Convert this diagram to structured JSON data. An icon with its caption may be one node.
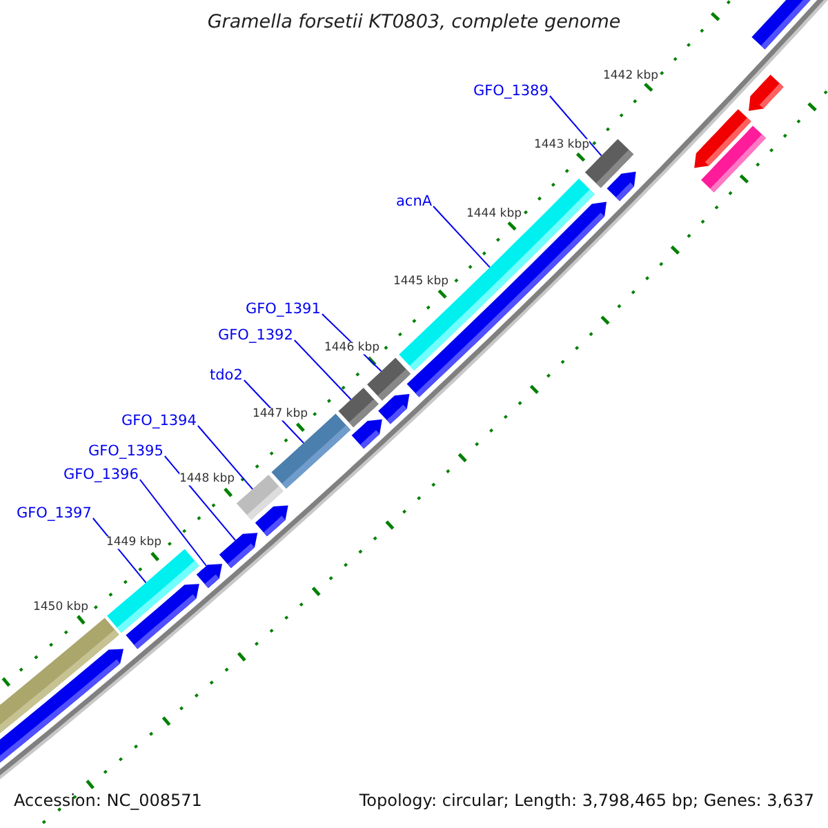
{
  "diagram": {
    "title": "Gramella forsetii KT0803, complete genome",
    "nodes": [
      {
        "text": [
          "GFO_1389"
        ]
      },
      {
        "text": [
          "acnA"
        ]
      },
      {
        "text": [
          "GFO_1391"
        ]
      },
      {
        "text": [
          "GFO_1392"
        ]
      },
      {
        "text": [
          "tdo2"
        ]
      },
      {
        "text": [
          "GFO_1394"
        ]
      },
      {
        "text": [
          "GFO_1395"
        ]
      },
      {
        "text": [
          "GFO_1396"
        ]
      },
      {
        "text": [
          "GFO_1397"
        ]
      },
      {
        "text": [],
        "shape": "bar"
      },
      {
        "text": [],
        "shape": "bar"
      },
      {
        "text": [],
        "shape": "bar"
      },
      {
        "text": [],
        "shape": "bar"
      },
      {
        "text": [],
        "shape": "bar"
      },
      {
        "text": [],
        "shape": "bar"
      },
      {
        "text": [],
        "shape": "bar"
      },
      {
        "text": [],
        "shape": "bar"
      },
      {
        "text": [],
        "shape": "bar"
      }
    ],
    "edges": [
      {
        "from": 0,
        "to": 9,
        "arrow": "none"
      },
      {
        "from": 1,
        "to": 10,
        "arrow": "none"
      },
      {
        "from": 2,
        "to": 11,
        "arrow": "none"
      },
      {
        "from": 3,
        "to": 12,
        "arrow": "none"
      },
      {
        "from": 4,
        "to": 13,
        "arrow": "none"
      },
      {
        "from": 5,
        "to": 14,
        "arrow": "none"
      },
      {
        "from": 6,
        "to": 15,
        "arrow": "none"
      },
      {
        "from": 7,
        "to": 16,
        "arrow": "none"
      },
      {
        "from": 8,
        "to": 17,
        "arrow": "none"
      }
    ],
    "labels": [
      "1442 kbp",
      "1443 kbp",
      "1444 kbp",
      "1445 kbp",
      "1446 kbp",
      "1447 kbp",
      "1448 kbp",
      "1449 kbp",
      "1450 kbp",
      "Accession: NC_008571",
      "Topology: circular; Length: 3,798,465 bp; Genes: 3,637"
    ]
  }
}
